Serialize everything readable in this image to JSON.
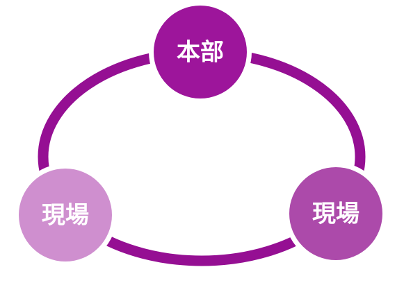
{
  "diagram": {
    "colors": {
      "ring": "#950f93",
      "node_top": "#9d159b",
      "node_left": "#cf8fcf",
      "node_right": "#ac4aaa",
      "label": "#ffffff"
    },
    "nodes": {
      "top": {
        "label": "本部"
      },
      "left": {
        "label": "現場"
      },
      "right": {
        "label": "現場"
      }
    }
  }
}
